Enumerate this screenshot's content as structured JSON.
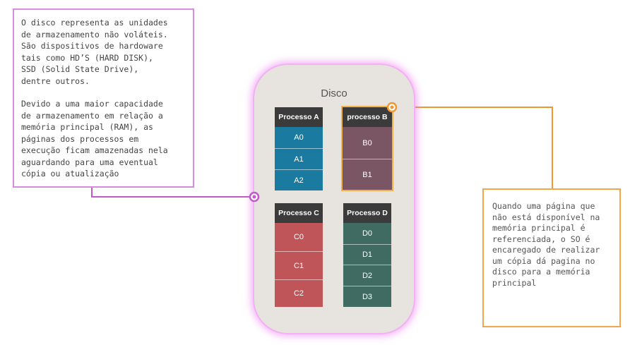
{
  "left_note": {
    "paragraph1": "O disco representa as unidades\nde armazenamento não voláteis.\nSão dispositivos de hardoware\ntais como HD’S (HARD DISK),\nSSD (Solid State Drive),\ndentre outros.",
    "paragraph2": "Devido a uma maior capacidade\nde armazenamento em relação a\nmemória principal (RAM), as\npáginas dos processos em\nexecução ficam amazenadas nela\naguardando para uma eventual\ncópia ou atualização"
  },
  "right_note": {
    "text": "Quando uma página que não está disponível na memória principal é referenciada, o SO é encaregado de realizar um cópia dá pagina no disco para a memória principal"
  },
  "disk": {
    "title": "Disco",
    "processes": [
      {
        "name": "Processo A",
        "pages": [
          "A0",
          "A1",
          "A2"
        ]
      },
      {
        "name": "processo B",
        "pages": [
          "B0",
          "B1"
        ]
      },
      {
        "name": "Processo C",
        "pages": [
          "C0",
          "C1",
          "C2"
        ]
      },
      {
        "name": "Processo D",
        "pages": [
          "D0",
          "D1",
          "D2",
          "D3"
        ]
      }
    ]
  },
  "colors": {
    "left_accent": "#c25ac9",
    "right_accent": "#f0972f",
    "process_a": "#1a7aa0",
    "process_b": "#7a5564",
    "process_c": "#bf5559",
    "process_d": "#3f6b62"
  }
}
